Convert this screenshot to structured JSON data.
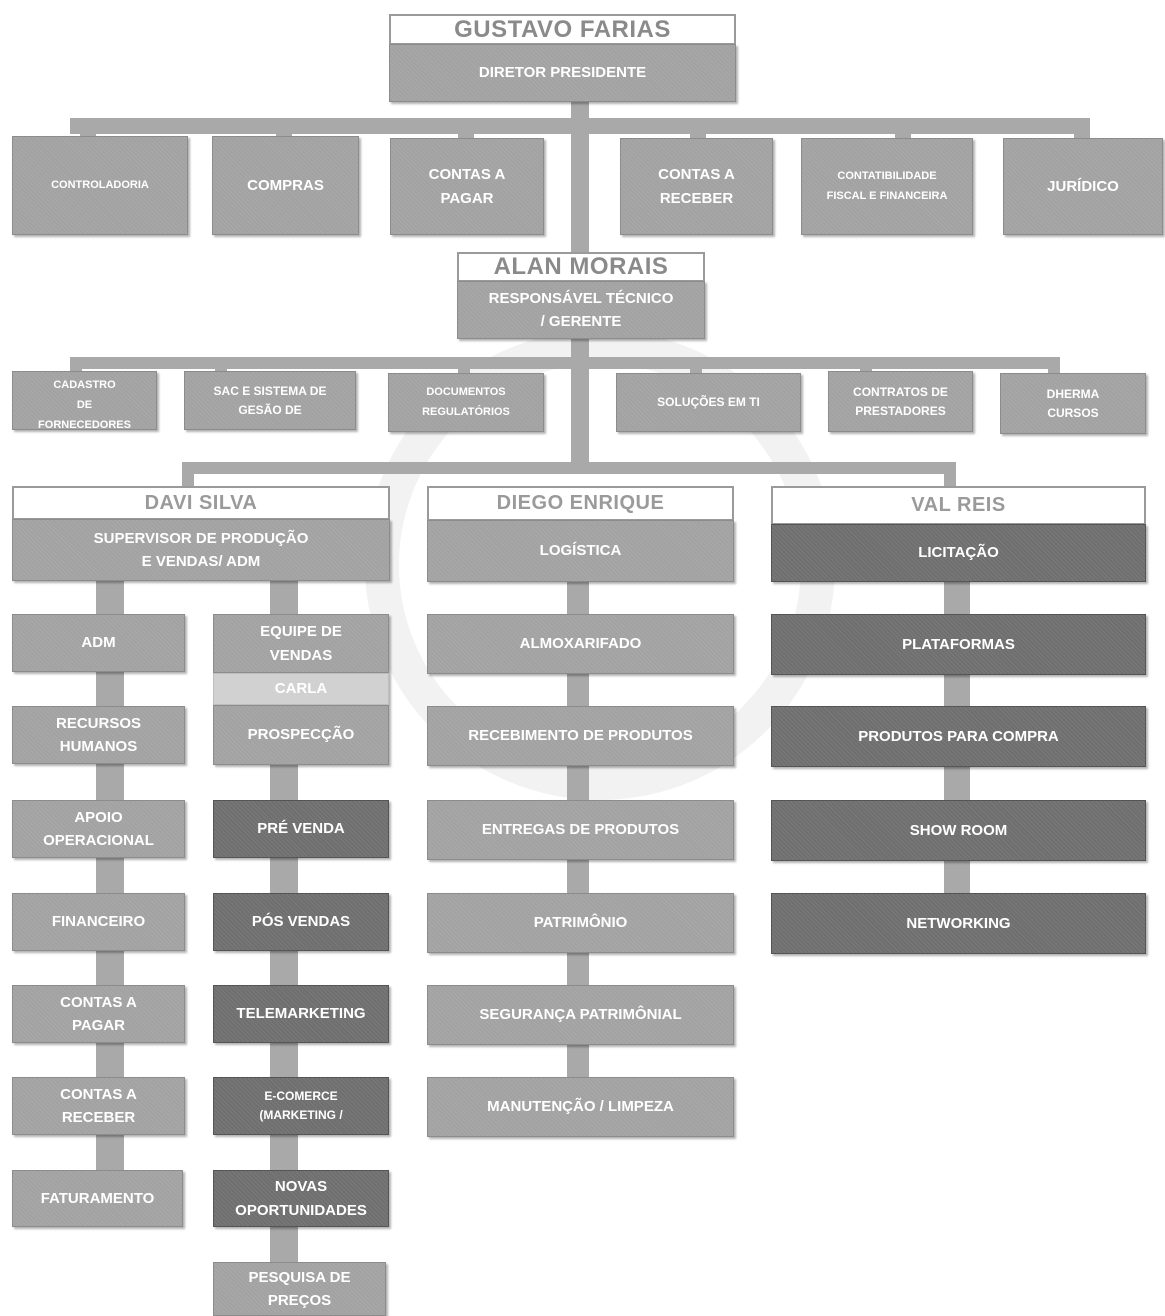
{
  "director": {
    "name": "GUSTAVO FARIAS",
    "role": "DIRETOR  PRESIDENTE"
  },
  "director_depts": [
    "CONTROLADORIA",
    "COMPRAS",
    "CONTAS A\nPAGAR",
    "CONTAS A\nRECEBER",
    "CONTATIBILIDADE\nFISCAL E FINANCEIRA",
    "JURÍDICO"
  ],
  "manager": {
    "name": "ALAN MORAIS",
    "role": "RESPONSÁVEL TÉCNICO\n/ GERENTE"
  },
  "manager_depts": [
    "CADASTRO\nDE\nFORNECEDORES",
    "SAC E SISTEMA DE\nGESÃO DE",
    "DOCUMENTOS\nREGULATÓRIOS",
    "SOLUÇÕES EM TI",
    "CONTRATOS DE\nPRESTADORES",
    "DHERMA\nCURSOS"
  ],
  "davi": {
    "name": "DAVI SILVA",
    "role": "SUPERVISOR DE PRODUÇÃO\nE VENDAS/ ADM",
    "left": [
      "ADM",
      "RECURSOS\nHUMANOS",
      "APOIO\nOPERACIONAL",
      "FINANCEIRO",
      "CONTAS A\nPAGAR",
      "CONTAS A\nRECEBER",
      "FATURAMENTO"
    ],
    "sales_team": "EQUIPE DE\nVENDAS",
    "sales_person": "CARLA",
    "right": [
      "PROSPECÇÃO",
      "PRÉ VENDA",
      "PÓS VENDAS",
      "TELEMARKETING",
      "E-COMERCE\n(MARKETING /",
      "NOVAS\nOPORTUNIDADES",
      "PESQUISA DE\nPREÇOS"
    ]
  },
  "diego": {
    "name": "DIEGO ENRIQUE",
    "role": "LOGÍSTICA",
    "items": [
      "ALMOXARIFADO",
      "RECEBIMENTO DE PRODUTOS",
      "ENTREGAS DE PRODUTOS",
      "PATRIMÔNIO",
      "SEGURANÇA PATRIMÔNIAL",
      "MANUTENÇÃO / LIMPEZA"
    ]
  },
  "val": {
    "name": "VAL REIS",
    "role": "LICITAÇÃO",
    "items": [
      "PLATAFORMAS",
      "PRODUTOS PARA COMPRA",
      "SHOW ROOM",
      "NETWORKING"
    ]
  }
}
